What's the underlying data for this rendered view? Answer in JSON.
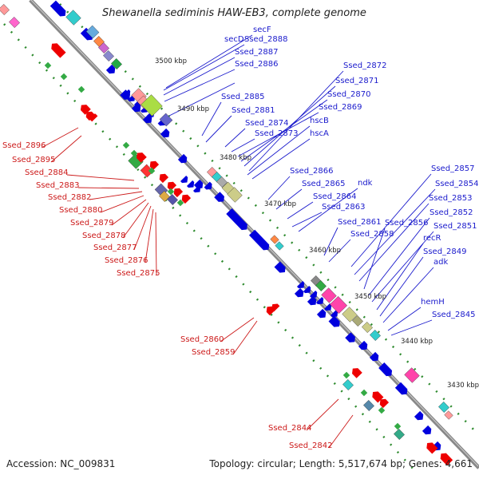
{
  "title": "Shewanella sediminis HAW-EB3, complete genome",
  "accession": "Accession: NC_009831",
  "topology": "Topology: circular; Length: 5,517,674 bp; Genes: 4,661",
  "colors": {
    "forward_labels": "#1a1acc",
    "reverse_labels": "#cc1a1a",
    "backbone": "#888888",
    "forward_cds": "#0000dd",
    "reverse_cds": "#ee0000",
    "tick": "#2e8b2e"
  },
  "kbp_ticks": [
    "3500 kbp",
    "3490 kbp",
    "3480 kbp",
    "3470 kbp",
    "3460 kbp",
    "3450 kbp",
    "3440 kbp",
    "3430 kbp"
  ],
  "forward_genes": [
    "secF",
    "secD",
    "Ssed_2888",
    "Ssed_2887",
    "Ssed_2886",
    "Ssed_2872",
    "Ssed_2871",
    "Ssed_2870",
    "Ssed_2885",
    "Ssed_2869",
    "Ssed_2881",
    "hscB",
    "Ssed_2874",
    "Ssed_2873",
    "hscA",
    "Ssed_2866",
    "ndk",
    "Ssed_2865",
    "Ssed_2864",
    "Ssed_2863",
    "Ssed_2857",
    "Ssed_2854",
    "Ssed_2853",
    "Ssed_2852",
    "Ssed_2861",
    "Ssed_2856",
    "Ssed_2851",
    "Ssed_2858",
    "recR",
    "Ssed_2849",
    "adk",
    "hemH",
    "Ssed_2845"
  ],
  "reverse_genes": [
    "Ssed_2896",
    "Ssed_2895",
    "Ssed_2884",
    "Ssed_2883",
    "Ssed_2882",
    "Ssed_2880",
    "Ssed_2879",
    "Ssed_2878",
    "Ssed_2877",
    "Ssed_2876",
    "Ssed_2875",
    "Ssed_2860",
    "Ssed_2859",
    "Ssed_2844",
    "Ssed_2842"
  ]
}
